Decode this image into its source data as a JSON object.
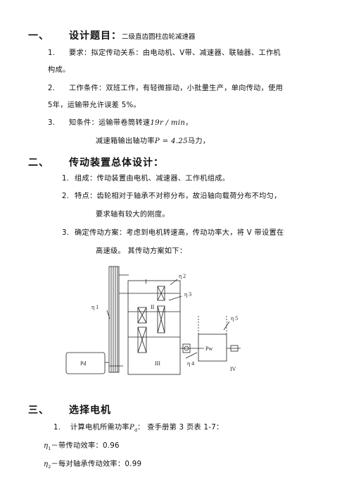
{
  "section1": {
    "number": "一、",
    "title": "设计题目：",
    "subtitle": "二级直齿圆柱齿轮减速器",
    "items": [
      {
        "num": "1.",
        "text": "要求：拟定传动关系：由电动机、V带、减速器、联轴器、工作机"
      },
      {
        "cont": "构成。"
      },
      {
        "num": "2.",
        "text": "工作条件：双班工作，有轻微振动，小批量生产，单向传动，使用"
      },
      {
        "cont": "5年，运输带允许误差 5%。"
      },
      {
        "num": "3.",
        "text": "知条件：运输带卷筒转速",
        "value": "19r / min",
        "tail": "，"
      },
      {
        "cont": "减速箱输出轴功率",
        "value": "P = 4.25",
        "tail": "马力，"
      }
    ]
  },
  "section2": {
    "number": "二、",
    "title": "传动装置总体设计：",
    "items": [
      {
        "num": "1.",
        "text": "组成：传动装置由电机、减速器、工作机组成。"
      },
      {
        "num": "2.",
        "text": "特点：齿轮相对于轴承不对称分布，故沿轴向载荷分布不均匀，"
      },
      {
        "cont": "要求轴有较大的刚度。"
      },
      {
        "num": "3.",
        "text": "确定传动方案：考虑到电机转速高，传动功率大，将 V 带设置在"
      },
      {
        "cont": "高速级。 其传动方案如下："
      }
    ]
  },
  "diagram": {
    "labels": {
      "eta1": "η 1",
      "eta2": "η 2",
      "eta3": "η 3",
      "eta4": "η 4",
      "eta5": "η 5",
      "shaft1": "I",
      "shaft2": "II",
      "shaft3": "III",
      "shaft4": "IV",
      "motor": "Pd",
      "machine": "Pw"
    }
  },
  "section3": {
    "number": "三、",
    "title": "选择电机",
    "items": [
      {
        "num": "1.",
        "text": "计算电机所需功率",
        "value": "P",
        "tail": "：  查手册第 3 页表 1-7："
      },
      {
        "sym": "η",
        "text": "－带传动效率：0.96"
      },
      {
        "sym": "η",
        "text": "－每对轴承传动效率：0.99"
      }
    ]
  }
}
